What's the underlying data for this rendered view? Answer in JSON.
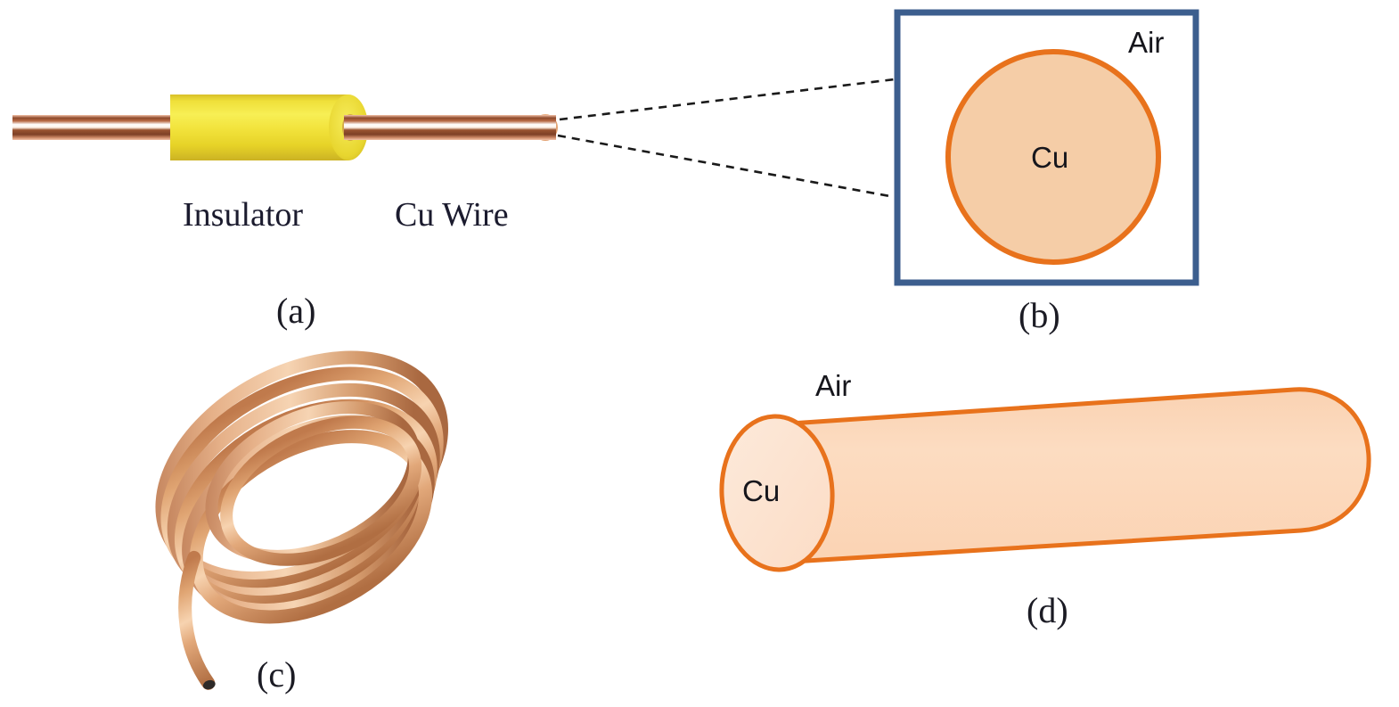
{
  "figure": {
    "title": "Copper wire schematic figure",
    "background_color": "#ffffff",
    "panels": [
      {
        "id": "a",
        "label": "(a)",
        "caption": "Insulated copper wire, side view",
        "labels": [
          {
            "name": "insulator",
            "text": "Insulator"
          },
          {
            "name": "cu-wire",
            "text": "Cu Wire"
          }
        ]
      },
      {
        "id": "b",
        "label": "(b)",
        "caption": "Cross-section of copper wire in air",
        "labels": [
          {
            "name": "air",
            "text": "Air"
          },
          {
            "name": "cu",
            "text": "Cu"
          }
        ]
      },
      {
        "id": "c",
        "label": "(c)",
        "caption": "Photograph of coiled bare copper wire"
      },
      {
        "id": "d",
        "label": "(d)",
        "caption": "3D cylinder model of copper wire in air",
        "labels": [
          {
            "name": "air",
            "text": "Air"
          },
          {
            "name": "cu",
            "text": "Cu"
          }
        ]
      }
    ]
  },
  "panel_a": {
    "label": "(a)",
    "insulator_label": "Insulator",
    "wire_label": "Cu Wire",
    "insulator_color": "#F2E53A",
    "insulator_edge_color": "#D9C62B",
    "copper_color": "#B56A42",
    "copper_light_color": "#F6C3AA",
    "copper_tip_color": "#E8A878"
  },
  "panel_b": {
    "label": "(b)",
    "air_label": "Air",
    "cu_label": "Cu",
    "box_border_color": "#3C5E8E",
    "circle_fill_color": "#F5CDA7",
    "circle_stroke_color": "#E8721C",
    "leader_line_color": "#1a1a1a"
  },
  "panel_c": {
    "label": "(c)",
    "coil_color": "#D99B6C",
    "coil_highlight_color": "#F4C9A4",
    "coil_shadow_color": "#A96B42"
  },
  "panel_d": {
    "label": "(d)",
    "air_label": "Air",
    "cu_label": "Cu",
    "body_fill_color": "#FBD6B7",
    "cap_fill_color": "#FDE7D5",
    "stroke_color": "#E8721C"
  }
}
